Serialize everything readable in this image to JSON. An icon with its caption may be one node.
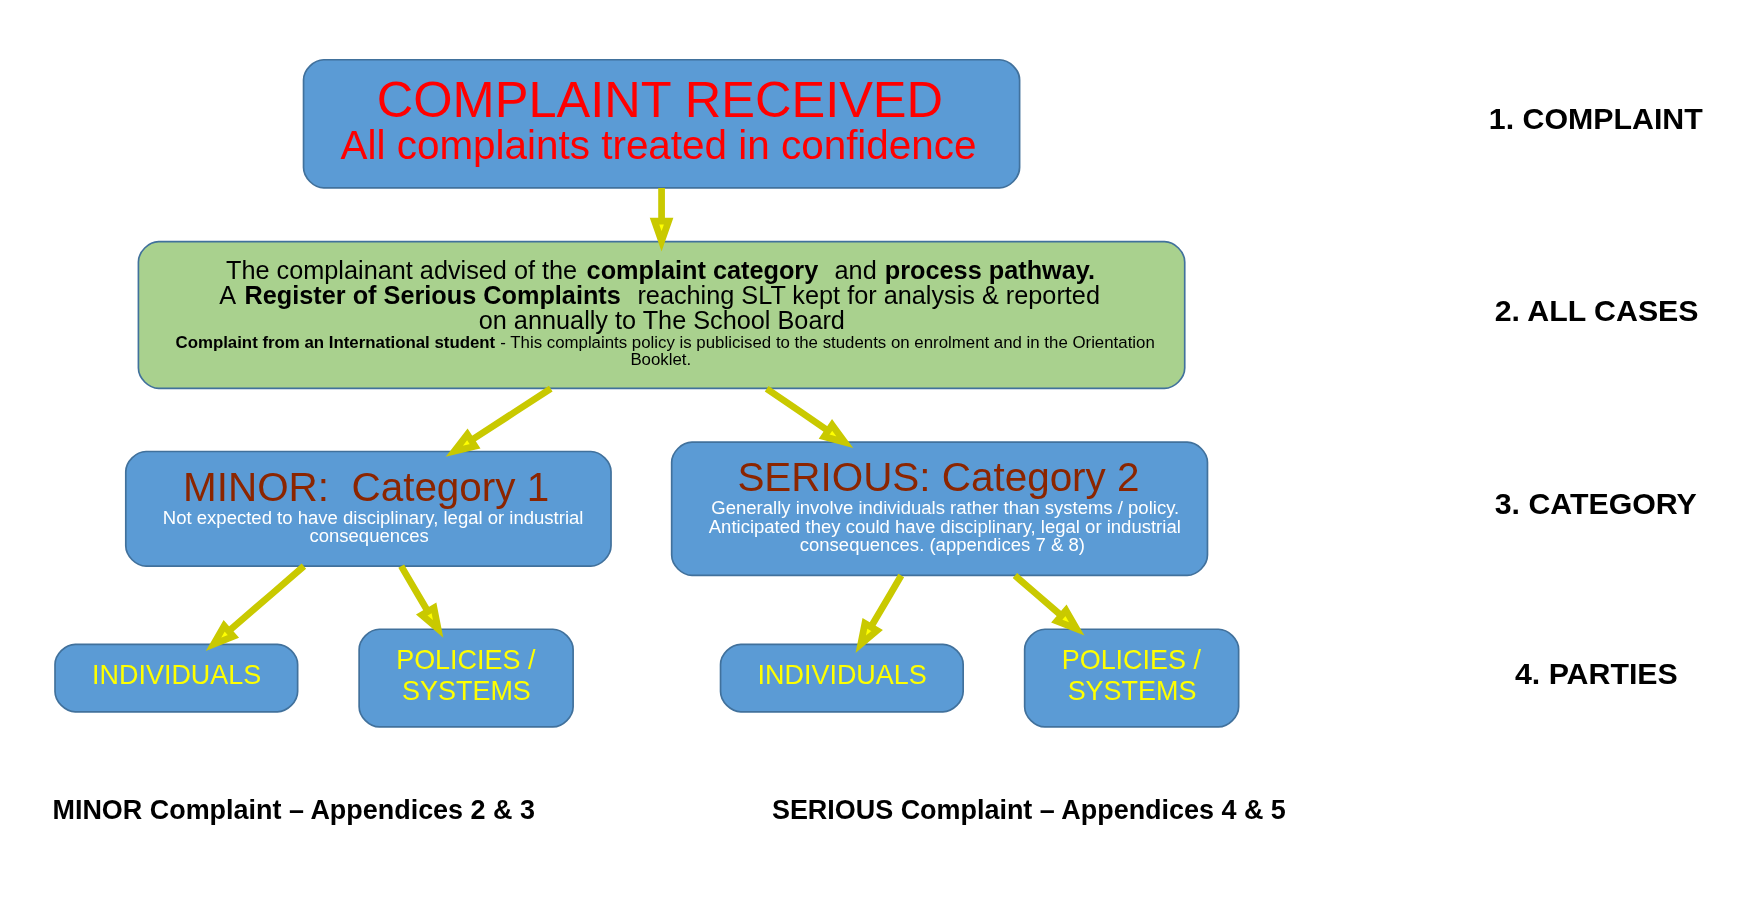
{
  "diagram": {
    "nodes": [
      {
        "text": [
          "COMPLAINT RECEIVED",
          "All complaints treated in confidence"
        ]
      },
      {
        "text": [
          "The complainant advised of the **complaint category** and **process pathway.**",
          "A **Register of Serious Complaints** reaching SLT kept for analysis & reported on annually to The School Board",
          "**Complaint from an International student** - This complaints policy is publicised to the students on enrolment and in the Orientation Booklet."
        ]
      },
      {
        "text": [
          "MINOR:  Category 1",
          "Not expected to have disciplinary, legal or industrial consequences"
        ]
      },
      {
        "text": [
          "SERIOUS: Category 2",
          "Generally involve individuals rather than systems / policy. Anticipated they could have disciplinary, legal or industrial consequences. (appendices 7 & 8)"
        ]
      },
      {
        "text": [
          "INDIVIDUALS"
        ]
      },
      {
        "text": [
          "POLICIES / SYSTEMS"
        ]
      },
      {
        "text": [
          "INDIVIDUALS"
        ]
      },
      {
        "text": [
          "POLICIES / SYSTEMS"
        ]
      }
    ],
    "edges": [
      {
        "from": 0,
        "to": 1,
        "arrow": "to"
      },
      {
        "from": 1,
        "to": 2,
        "arrow": "to"
      },
      {
        "from": 1,
        "to": 3,
        "arrow": "to"
      },
      {
        "from": 2,
        "to": 4,
        "arrow": "to"
      },
      {
        "from": 2,
        "to": 5,
        "arrow": "to"
      },
      {
        "from": 3,
        "to": 6,
        "arrow": "to"
      },
      {
        "from": 3,
        "to": 7,
        "arrow": "to"
      }
    ],
    "labels": [
      "1. COMPLAINT",
      "2. ALL CASES",
      "3. CATEGORY",
      "4. PARTIES",
      "MINOR Complaint – Appendices 2 & 3",
      "SERIOUS Complaint – Appendices 4 & 5"
    ]
  }
}
